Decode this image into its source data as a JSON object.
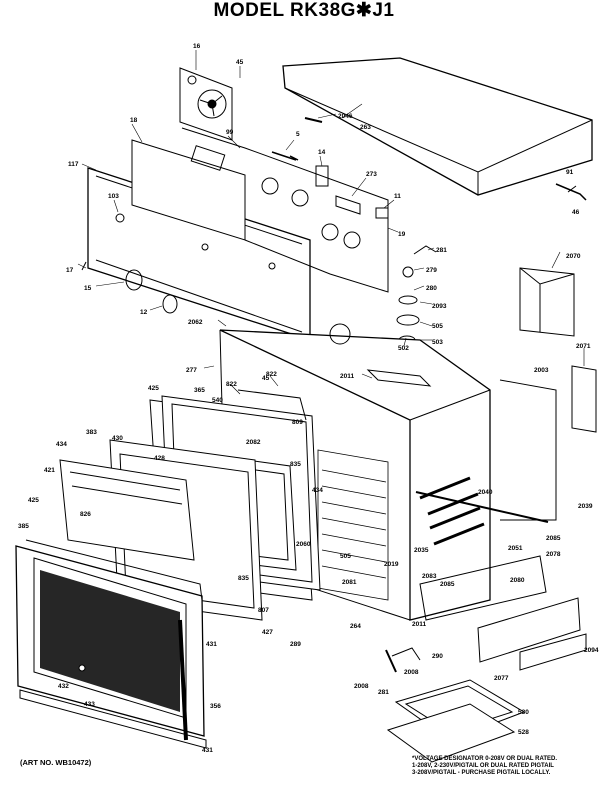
{
  "title": "MODEL RK38G✱J1",
  "art_no": "(ART NO. WB10472)",
  "footnote": [
    "*VOLTAGE DESIGNATOR 0-208V OR DUAL RATED.",
    "1-208V, 2-230V/PIGTAIL OR DUAL RATED PIGTAIL",
    "3-208V/PIGTAIL - PURCHASE PIGTAIL LOCALLY."
  ],
  "callouts": [
    "16",
    "45",
    "2046",
    "263",
    "5",
    "18",
    "99",
    "117",
    "14",
    "273",
    "11",
    "103",
    "19",
    "91",
    "281",
    "2070",
    "17",
    "279",
    "15",
    "280",
    "2093",
    "12",
    "505",
    "2062",
    "502",
    "503",
    "2071",
    "2011",
    "2003",
    "277",
    "822",
    "822",
    "425",
    "365",
    "540",
    "2082",
    "383",
    "434",
    "809",
    "430",
    "428",
    "421",
    "434",
    "425",
    "835",
    "2040",
    "826",
    "2051",
    "2085",
    "2078",
    "2039",
    "385",
    "835",
    "2060",
    "505",
    "2035",
    "2019",
    "2081",
    "2083",
    "2085",
    "807",
    "264",
    "427",
    "2080",
    "2011",
    "289",
    "2008",
    "2077",
    "290",
    "431",
    "2008",
    "281",
    "432",
    "2094",
    "433",
    "530",
    "356",
    "528",
    "431",
    "45",
    "46"
  ]
}
